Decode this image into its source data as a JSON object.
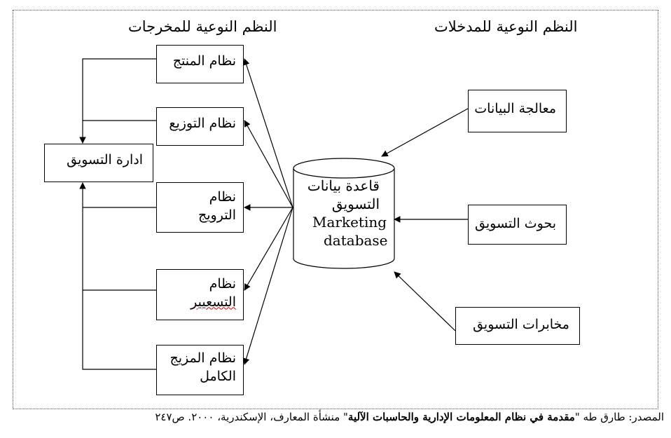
{
  "headers": {
    "outputs_title": "النظم النوعية للمخرجات",
    "inputs_title": "النظم النوعية للمدخلات"
  },
  "outputs": [
    {
      "line1": "نظام المنتج",
      "line2": ""
    },
    {
      "line1": "نظام التوزيع",
      "line2": ""
    },
    {
      "line1": "نظام",
      "line2": "الترويج"
    },
    {
      "line1": "نظام",
      "line2": "التسعيير"
    },
    {
      "line1": "نظام المزيج",
      "line2": "الكامل"
    }
  ],
  "marketing_management": "ادارة التسويق",
  "database": {
    "line1": "قاعدة بيانات",
    "line2": "التسويق",
    "line3": "Marketing",
    "line4": "database"
  },
  "inputs": [
    {
      "label": "معالجة البيانات"
    },
    {
      "label": "بحوث التسويق"
    },
    {
      "label": "مخابرات التسويق"
    }
  ],
  "source": {
    "prefix": "المصدر: طارق طه \"",
    "title": "مقدمة في نظام المعلومات الإدارية والحاسبات الآلية",
    "suffix": "\" منشأة المعارف، الإسكندرية، ٢٠٠٠. ص٢٤٧"
  }
}
